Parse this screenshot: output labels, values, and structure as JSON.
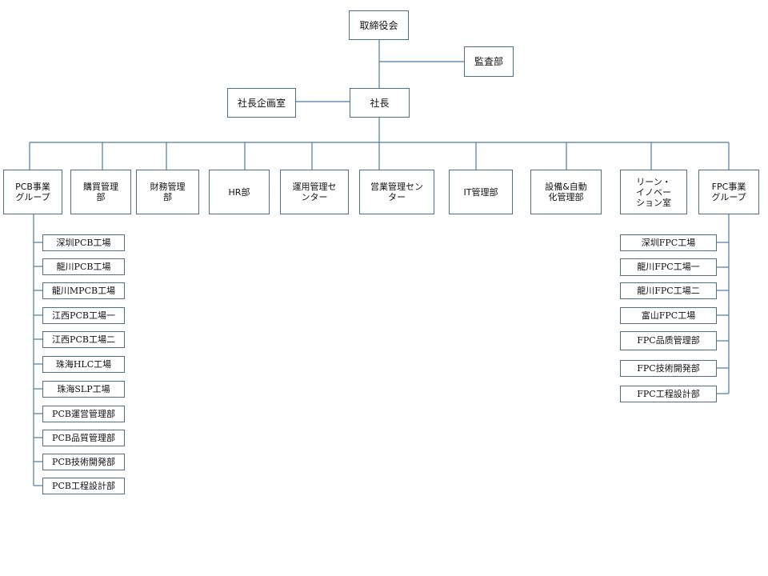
{
  "top": {
    "board": "取締役会",
    "audit": "監査部",
    "president": "社長",
    "planning": "社長企画室"
  },
  "divisions": [
    "PCB事業\nグループ",
    "購買管理\n部",
    "財務管理\n部",
    "HR部",
    "運用管理セ\nンター",
    "営業管理セン\nター",
    "IT管理部",
    "設備&自動\n化管理部",
    "リーン・\nイノベー\nション室",
    "FPC事業\nグループ"
  ],
  "pcb_units": [
    "深圳PCB工場",
    "龍川PCB工場",
    "龍川MPCB工場",
    "江西PCB工場一",
    "江西PCB工場二",
    "珠海HLC工場",
    "珠海SLP工場",
    "PCB運営管理部",
    "PCB品質管理部",
    "PCB技術開発部",
    "PCB工程設計部"
  ],
  "fpc_units": [
    "深圳FPC工場",
    "龍川FPC工場一",
    "龍川FPC工場二",
    "富山FPC工場",
    "FPC品质管理部",
    "FPC技術開発部",
    "FPC工程設計部"
  ],
  "colors": {
    "connector": "#4a7ba7",
    "box_border": "#4e6f8c"
  }
}
